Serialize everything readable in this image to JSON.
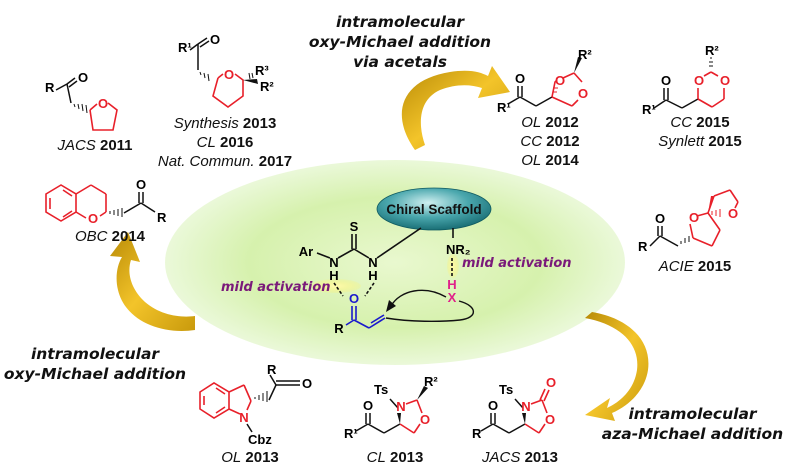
{
  "title": "Bifunctional catalysis: intramolecular hetero-Michael additions",
  "center": {
    "scaffold_label": "Chiral Scaffold",
    "mild_activation_left": "mild activation",
    "mild_activation_right": "mild activation",
    "atoms": {
      "ar": "Ar",
      "s": "S",
      "n1": "N",
      "n2": "N",
      "h1": "H",
      "h2": "H",
      "nr2": "NR₂",
      "h3": "H",
      "x": "X",
      "o": "O",
      "r": "R"
    }
  },
  "captions": {
    "top": [
      "intramolecular",
      "oxy-Michael addition",
      "via acetals"
    ],
    "left": [
      "intramolecular",
      "oxy-Michael addition"
    ],
    "right": [
      "intramolecular",
      "aza-Michael addition"
    ]
  },
  "compounds": [
    {
      "id": "thf",
      "refs": [
        {
          "journal": "JACS",
          "year": "2011"
        }
      ]
    },
    {
      "id": "thp",
      "refs": [
        {
          "journal": "Synthesis",
          "year": "2013"
        },
        {
          "journal": "CL",
          "year": "2016"
        },
        {
          "journal": "Nat. Commun.",
          "year": "2017"
        }
      ]
    },
    {
      "id": "dioxolane",
      "refs": [
        {
          "journal": "OL",
          "year": "2012"
        },
        {
          "journal": "CC",
          "year": "2012"
        },
        {
          "journal": "OL",
          "year": "2014"
        }
      ]
    },
    {
      "id": "dioxane",
      "refs": [
        {
          "journal": "CC",
          "year": "2015"
        },
        {
          "journal": "Synlett",
          "year": "2015"
        }
      ]
    },
    {
      "id": "chromane",
      "refs": [
        {
          "journal": "OBC",
          "year": "2014"
        }
      ]
    },
    {
      "id": "spiroketal",
      "refs": [
        {
          "journal": "ACIE",
          "year": "2015"
        }
      ]
    },
    {
      "id": "indoline",
      "refs": [
        {
          "journal": "OL",
          "year": "2013"
        }
      ]
    },
    {
      "id": "oxazolidine",
      "refs": [
        {
          "journal": "CL",
          "year": "2013"
        }
      ]
    },
    {
      "id": "oxazolidinone",
      "refs": [
        {
          "journal": "JACS",
          "year": "2013"
        }
      ]
    }
  ],
  "labels": {
    "R": "R",
    "R1": "R¹",
    "R2": "R²",
    "R3": "R³",
    "O": "O",
    "N": "N",
    "Ts": "Ts",
    "Cbz": "Cbz"
  },
  "colors": {
    "ring": "#e8202a",
    "bond": "#111111",
    "enone": "#1a1acc",
    "hx": "#e0208a",
    "arrow": "#d9a614",
    "purple": "#7a1a7a",
    "scaffold": "#1f7f86",
    "glow": "#c8eb9a"
  }
}
